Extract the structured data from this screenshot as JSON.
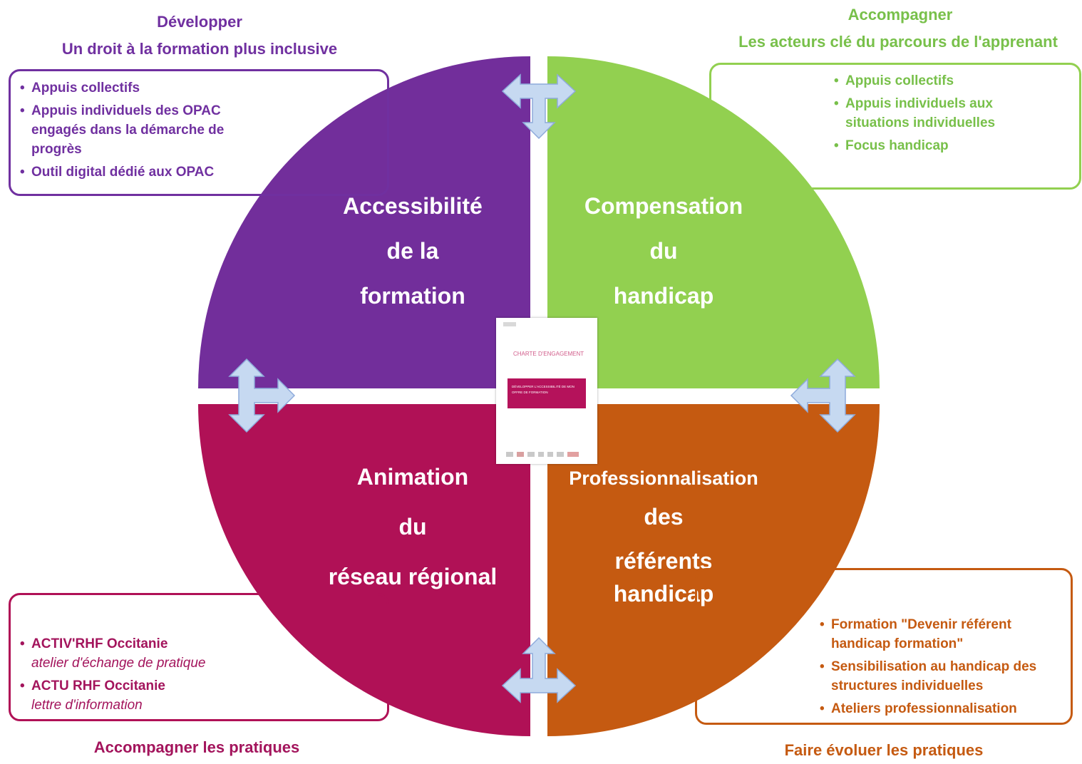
{
  "colors": {
    "purple": "#722e9b",
    "green": "#92d050",
    "magenta": "#b01156",
    "orange": "#c55a11",
    "arrow": "#c6d9f1",
    "arrow_stroke": "#8eaadb",
    "green_text": "#78c04a",
    "magenta_text": "#a3145c",
    "orange_text": "#c55a11"
  },
  "top_left": {
    "heading": "Développer",
    "subheading": "Un droit à la formation plus inclusive",
    "items": [
      "Appuis collectifs",
      "Appuis individuels des OPAC engagés dans la démarche de progrès",
      "Outil digital dédié aux OPAC"
    ]
  },
  "top_right": {
    "heading": "Accompagner",
    "subheading": "Les acteurs clé du parcours de l'apprenant",
    "items": [
      "Appuis collectifs",
      "Appuis individuels aux situations individuelles",
      "Focus handicap"
    ]
  },
  "bottom_left": {
    "caption": "Accompagner les pratiques",
    "items": [
      {
        "label": "ACTIV'RHF Occitanie",
        "sub": "atelier d'échange de pratique"
      },
      {
        "label": "ACTU RHF Occitanie",
        "sub": "lettre d'information"
      }
    ]
  },
  "bottom_right": {
    "caption": "Faire évoluer les pratiques",
    "items": [
      "Formation \"Devenir référent handicap formation\"",
      "Sensibilisation au handicap des structures individuelles",
      "Ateliers professionnalisation"
    ]
  },
  "quadrants": {
    "q1": {
      "lines": [
        "Accessibilité",
        "de la",
        "formation"
      ]
    },
    "q2": {
      "lines": [
        "Compensation",
        "du",
        "handicap"
      ]
    },
    "q3": {
      "lines": [
        "Animation",
        "du",
        "réseau régional"
      ]
    },
    "q4": {
      "lines": [
        "Professionnalisation",
        "des",
        "référents",
        "handicap"
      ]
    }
  },
  "charter": {
    "title": "CHARTE D'ENGAGEMENT",
    "band_text": "DÉVELOPPER L'ACCESSIBILITÉ DE MON OFFRE DE FORMATION"
  }
}
